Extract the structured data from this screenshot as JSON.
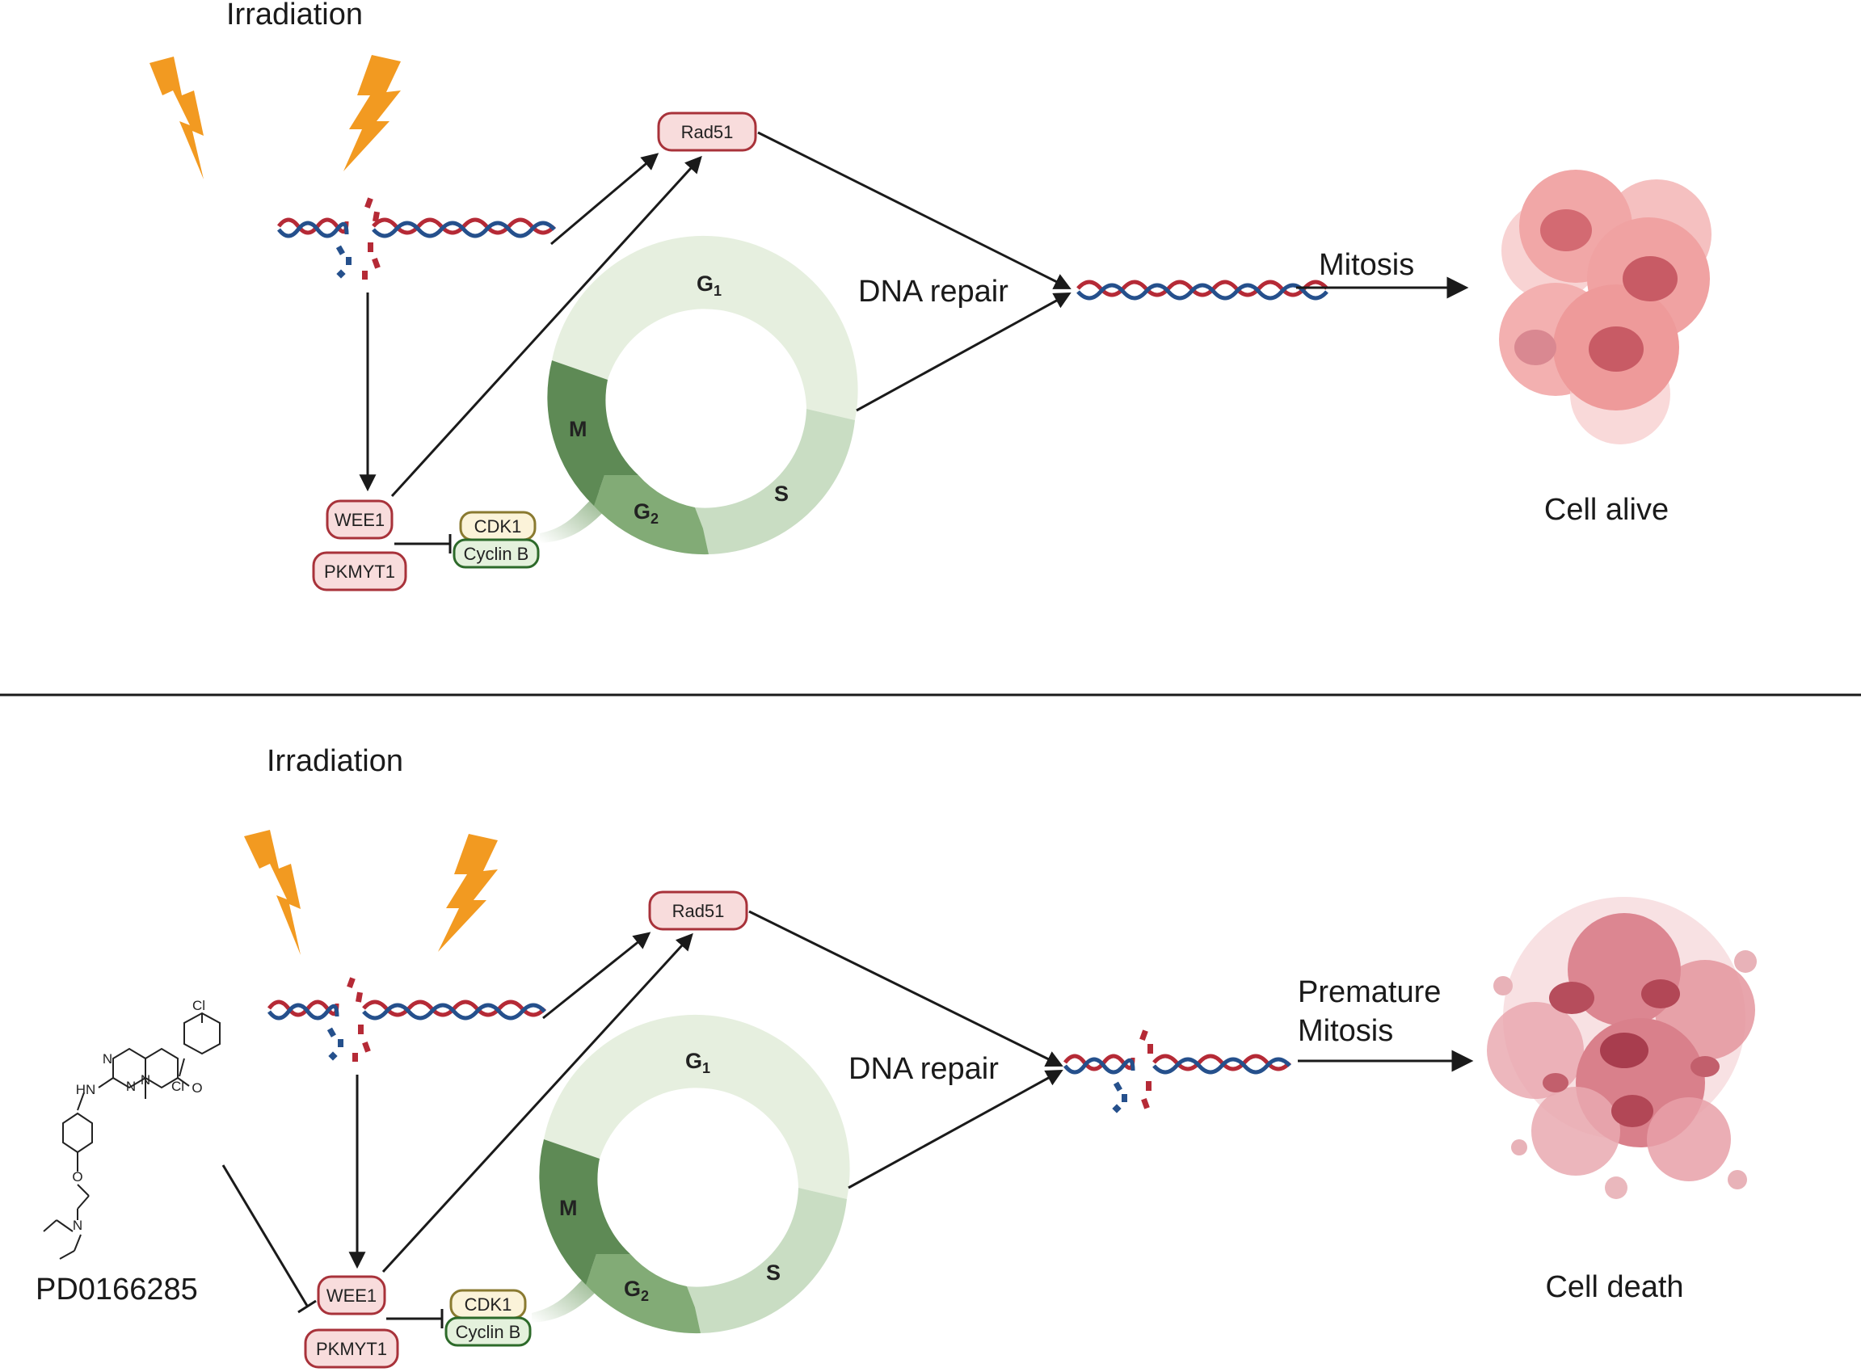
{
  "top_panel": {
    "irradiation": "Irradiation",
    "rad51": "Rad51",
    "wee1": "WEE1",
    "pkmyt1": "PKMYT1",
    "cdk1": "CDK1",
    "cyclin_b": "Cyclin B",
    "dna_repair": "DNA repair",
    "outcome_arrow_label": [
      "Mitosis"
    ],
    "outcome": "Cell alive",
    "cell_cycle": {
      "g1": "G",
      "g1_sub": "1",
      "s": "S",
      "g2": "G",
      "g2_sub": "2",
      "m": "M"
    }
  },
  "bottom_panel": {
    "irradiation": "Irradiation",
    "rad51": "Rad51",
    "wee1": "WEE1",
    "pkmyt1": "PKMYT1",
    "cdk1": "CDK1",
    "cyclin_b": "Cyclin B",
    "dna_repair": "DNA repair",
    "outcome_arrow_label": [
      "Premature",
      "Mitosis"
    ],
    "outcome": "Cell death",
    "drug": "PD0166285",
    "chem_atoms": {
      "cl1": "Cl",
      "cl2": "Cl",
      "hn": "HN",
      "n1": "N",
      "n2": "N",
      "n3": "N",
      "o1": "O",
      "o2": "O",
      "n4": "N"
    },
    "cell_cycle": {
      "g1": "G",
      "g1_sub": "1",
      "s": "S",
      "g2": "G",
      "g2_sub": "2",
      "m": "M"
    }
  },
  "colors": {
    "lightning": "#f29a21",
    "dna_red": "#b52a36",
    "dna_blue": "#25508c",
    "box_fill": "#f8dcdc",
    "box_stroke": "#a8323a",
    "cdk1_fill": "#fbf3d9",
    "cdk1_stroke": "#8a7a30",
    "cyclin_fill": "#e4f1dc",
    "cyclin_stroke": "#2d6a2a",
    "g1": "#e6efdf",
    "s": "#c9ddc3",
    "g2": "#82ab76",
    "m": "#5e8a55",
    "cell_alive": "#f2a8a8",
    "cell_death": "#d9818c"
  }
}
